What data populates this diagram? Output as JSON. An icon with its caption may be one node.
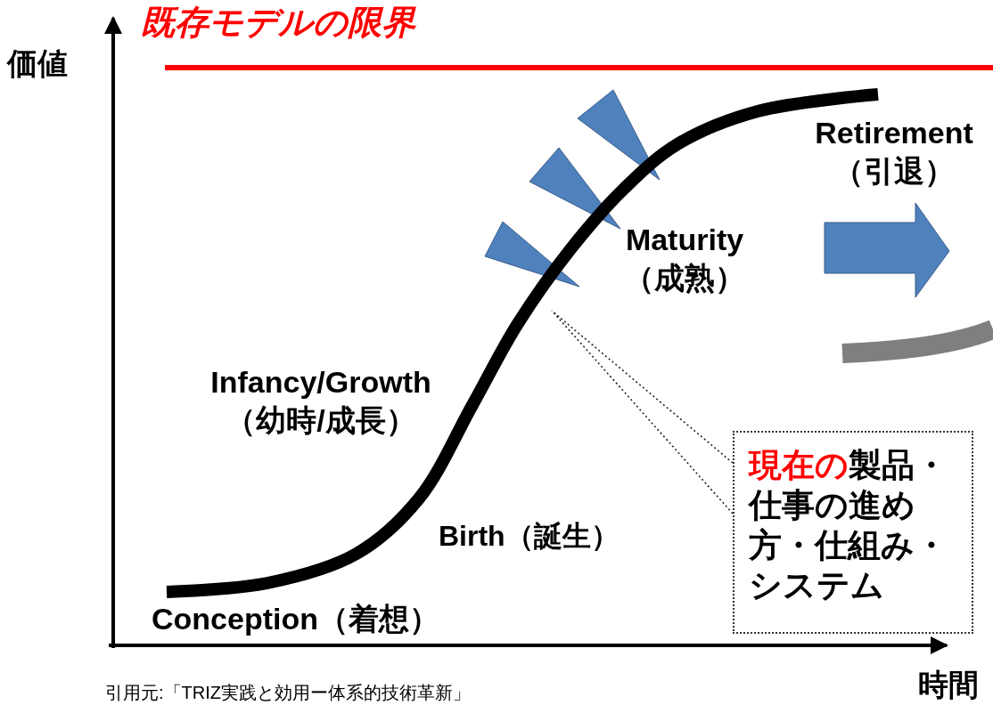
{
  "diagram": {
    "nodes": [
      {
        "text": [],
        "shape": "curve"
      },
      {
        "text": [
          "**現在の**製品・仕事の進め方・仕組み・システム"
        ]
      }
    ],
    "edges": [
      {
        "from": 1,
        "to": 0,
        "arrow": "none",
        "style": "dashed"
      }
    ],
    "labels": [
      "既存モデルの限界",
      "価値",
      "Retirement （引退）",
      "Maturity （成熟）",
      "Infancy/Growth （幼時/成長）",
      "Birth（誕生）",
      "Conception（着想）",
      "引用元:「TRIZ実践と効用ー体系的技術革新」",
      "時間"
    ]
  }
}
